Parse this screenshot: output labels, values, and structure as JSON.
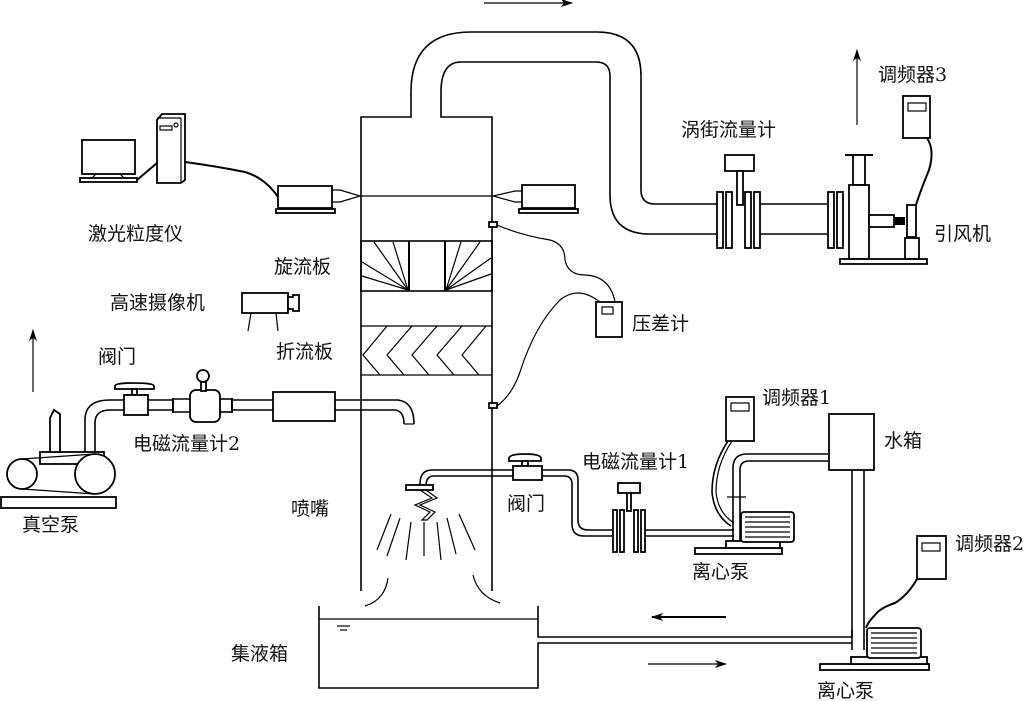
{
  "diagram": {
    "labels": {
      "laser_particle_analyzer": "激光粒度仪",
      "swirl_plate": "旋流板",
      "high_speed_camera": "高速摄像机",
      "baffle_plate": "折流板",
      "valve_top": "阀门",
      "em_flowmeter_2": "电磁流量计2",
      "vacuum_pump": "真空泵",
      "nozzle": "喷嘴",
      "collection_tank": "集液箱",
      "vortex_flowmeter": "涡街流量计",
      "frequency_converter_3": "调频器3",
      "induced_draft_fan": "引风机",
      "differential_pressure_gauge": "压差计",
      "frequency_converter_1": "调频器1",
      "water_tank": "水箱",
      "em_flowmeter_1": "电磁流量计1",
      "valve_bottom": "阀门",
      "centrifugal_pump_1": "离心泵",
      "frequency_converter_2": "调频器2",
      "centrifugal_pump_2": "离心泵"
    },
    "flow_arrows": [
      "top-right",
      "fan-exhaust-up",
      "vacuum-exhaust-up",
      "return-left",
      "outflow-right"
    ],
    "colors": {
      "line": "#000000",
      "background": "#ffffff"
    }
  }
}
